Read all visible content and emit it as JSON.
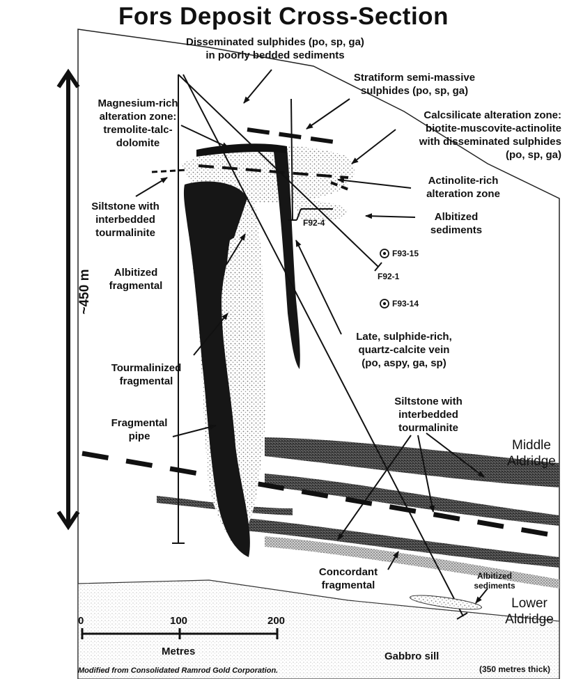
{
  "title": "Fors Deposit Cross-Section",
  "depth_scale": "~450 m",
  "labels": {
    "disseminated_sulphides": [
      "Disseminated sulphides (po, sp, ga)",
      "in poorly bedded sediments"
    ],
    "stratiform": [
      "Stratiform semi-massive",
      "sulphides (po, sp, ga)"
    ],
    "magnesium_zone": [
      "Magnesium-rich",
      "alteration zone:",
      "tremolite-talc-",
      "dolomite"
    ],
    "calcsilicate_zone": [
      "Calcsilicate alteration zone:",
      "biotite-muscovite-actinolite",
      "with disseminated sulphides",
      "(po, sp, ga)"
    ],
    "actinolite_zone": [
      "Actinolite-rich",
      "alteration zone"
    ],
    "siltstone_upper": [
      "Siltstone with",
      "interbedded",
      "tourmalinite"
    ],
    "albitized_sediments": [
      "Albitized",
      "sediments"
    ],
    "albitized_fragmental": [
      "Albitized",
      "fragmental"
    ],
    "late_vein": [
      "Late, sulphide-rich,",
      "quartz-calcite vein",
      "(po, aspy, ga, sp)"
    ],
    "tourmalinized_fragmental": [
      "Tourmalinized",
      "fragmental"
    ],
    "siltstone_lower": [
      "Siltstone with",
      "interbedded",
      "tourmalinite"
    ],
    "fragmental_pipe": [
      "Fragmental",
      "pipe"
    ],
    "middle_aldridge": [
      "Middle",
      "Aldridge"
    ],
    "concordant_fragmental": [
      "Concordant",
      "fragmental"
    ],
    "albitized_sediments_lower": [
      "Albitized",
      "sediments"
    ],
    "lower_aldridge": [
      "Lower",
      "Aldridge"
    ],
    "gabbro_sill": "Gabbro sill",
    "gabbro_thickness": "(350 metres thick)"
  },
  "drillholes": [
    "F92-4",
    "F93-15",
    "F92-1",
    "F93-14"
  ],
  "scale_bar": {
    "ticks": [
      "0",
      "100",
      "200"
    ],
    "unit": "Metres"
  },
  "credit": "Modified from Consolidated Ramrod Gold Corporation."
}
